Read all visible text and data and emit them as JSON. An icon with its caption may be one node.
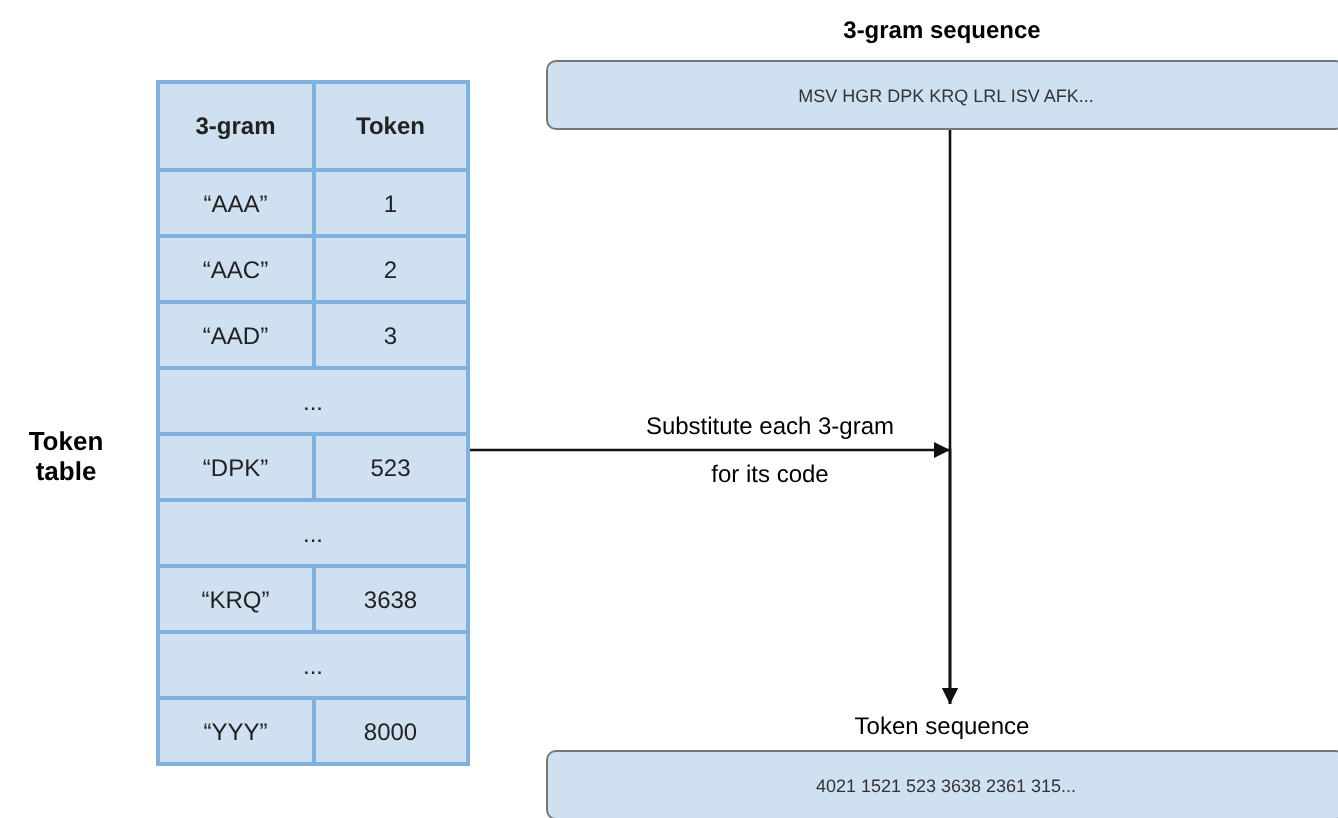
{
  "diagram": {
    "nodes": [
      {
        "text": [
          "Token table"
        ]
      },
      {
        "text": [
          "3-gram sequence",
          "MSV HGR DPK KRQ LRL ISV AFK..."
        ]
      },
      {
        "text": [
          "Token sequence",
          "4021 1521 523 3638 2361 315..."
        ]
      }
    ],
    "edges": [
      {
        "from": 1,
        "to": 2,
        "arrow": "to"
      },
      {
        "from": 0,
        "to": 2,
        "arrow": "to",
        "label": "Substitute each 3-gram for its code"
      }
    ],
    "labels": [
      "3-gram",
      "Token",
      "“AAA”",
      "1",
      "“AAC”",
      "2",
      "“AAD”",
      "3",
      "...",
      "“DPK”",
      "523",
      "...",
      "“KRQ”",
      "3638",
      "...",
      "“YYY”",
      "8000"
    ]
  }
}
